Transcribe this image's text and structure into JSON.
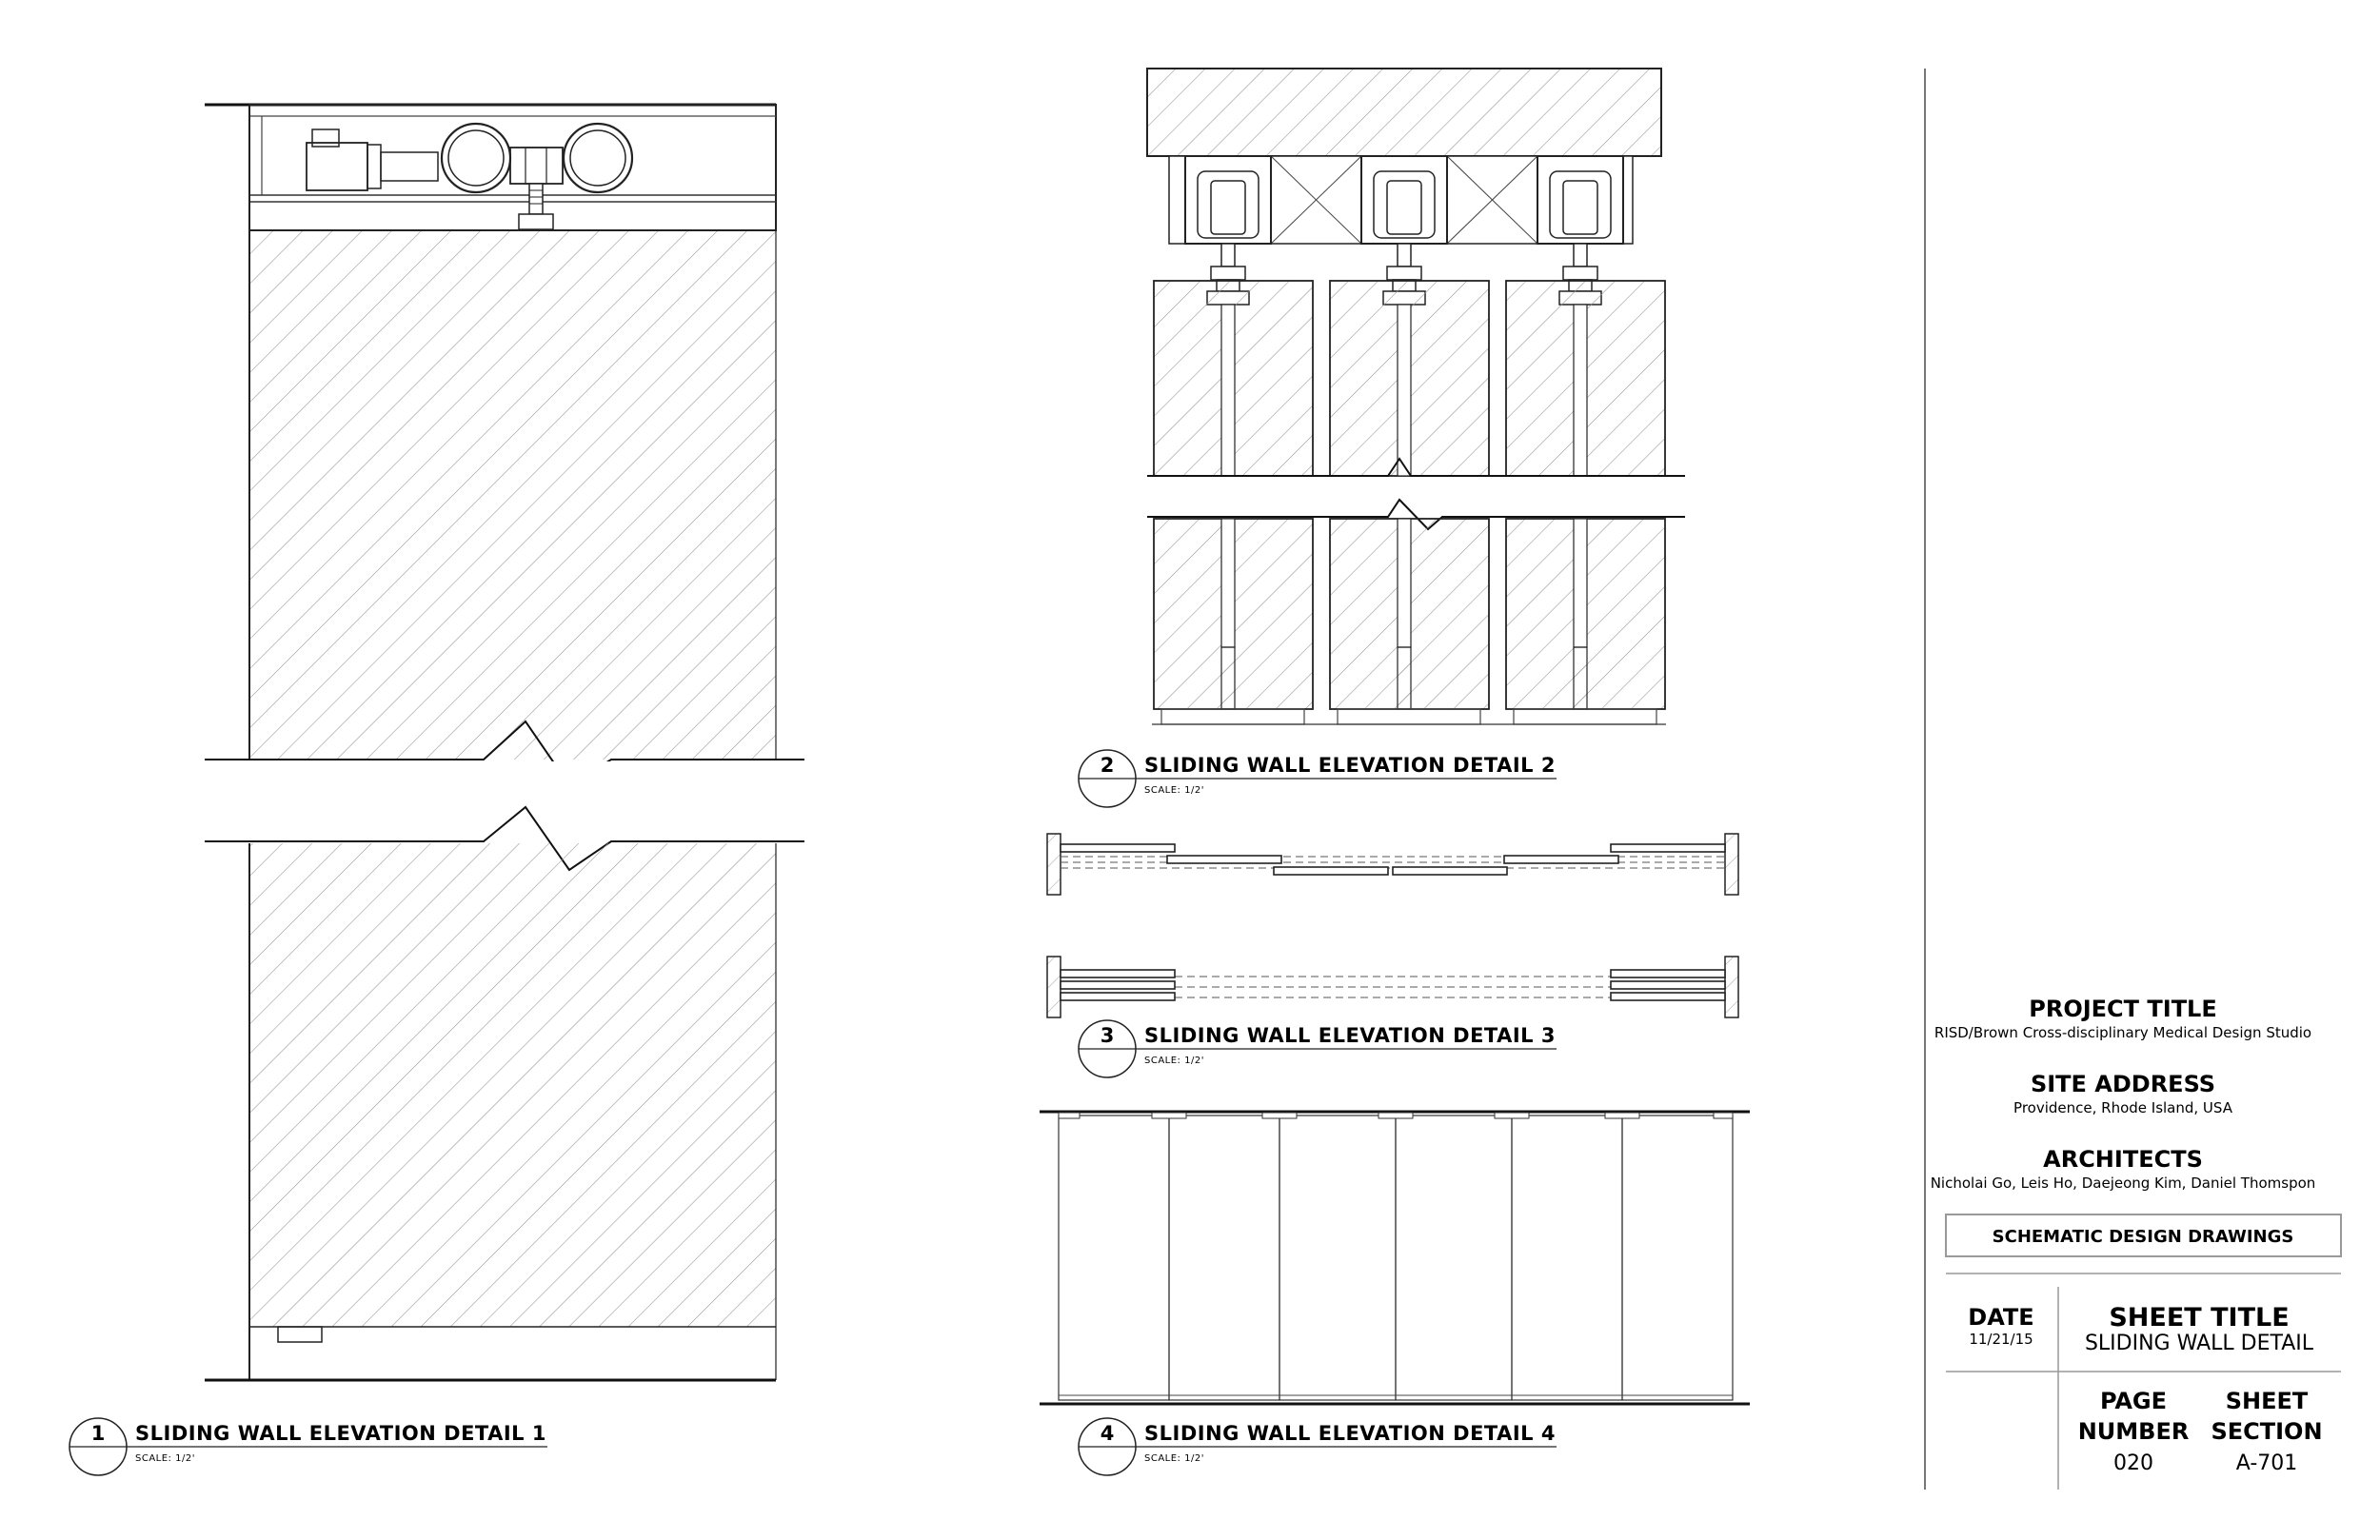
{
  "details": [
    {
      "number": "1",
      "title": "SLIDING WALL ELEVATION DETAIL 1",
      "scale": "SCALE: 1/2'"
    },
    {
      "number": "2",
      "title": "SLIDING WALL ELEVATION DETAIL 2",
      "scale": "SCALE: 1/2'"
    },
    {
      "number": "3",
      "title": "SLIDING WALL ELEVATION DETAIL 3",
      "scale": "SCALE: 1/2'"
    },
    {
      "number": "4",
      "title": "SLIDING WALL ELEVATION DETAIL 4",
      "scale": "SCALE: 1/2'"
    }
  ],
  "title_block": {
    "project_title_label": "PROJECT TITLE",
    "project_title": "RISD/Brown Cross-disciplinary Medical Design Studio",
    "site_address_label": "SITE ADDRESS",
    "site_address": "Providence, Rhode Island, USA",
    "architects_label": "ARCHITECTS",
    "architects": "Nicholai Go, Leis Ho, Daejeong Kim, Daniel Thomspon",
    "phase": "SCHEMATIC DESIGN DRAWINGS",
    "date_label": "DATE",
    "date": "11/21/15",
    "sheet_title_label": "SHEET TITLE",
    "sheet_title": "SLIDING WALL DETAIL",
    "page_label_1": "PAGE",
    "page_label_2": "NUMBER",
    "page_number": "020",
    "section_label_1": "SHEET",
    "section_label_2": "SECTION",
    "sheet_section": "A-701"
  }
}
